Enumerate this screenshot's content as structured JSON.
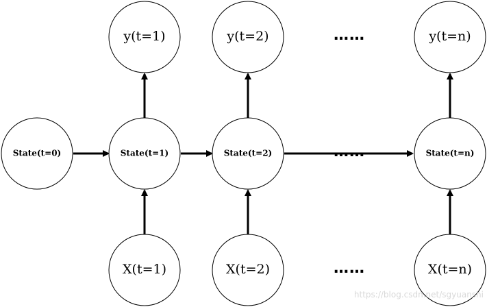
{
  "nodes": {
    "y1": "y(t=1)",
    "y2": "y(t=2)",
    "yn": "y(t=n)",
    "s0": "State(t=0)",
    "s1": "State(t=1)",
    "s2": "State(t=2)",
    "sn": "State(t=n)",
    "x1": "X(t=1)",
    "x2": "X(t=2)",
    "xn": "X(t=n)"
  },
  "ellipsis": {
    "top": "……",
    "middle": "……",
    "bottom": "……"
  },
  "watermark": "https://blog.csdn.net/sgyuanshi",
  "colors": {
    "stroke": "#000000",
    "background": "#ffffff",
    "watermark": "#d9d9d9"
  }
}
